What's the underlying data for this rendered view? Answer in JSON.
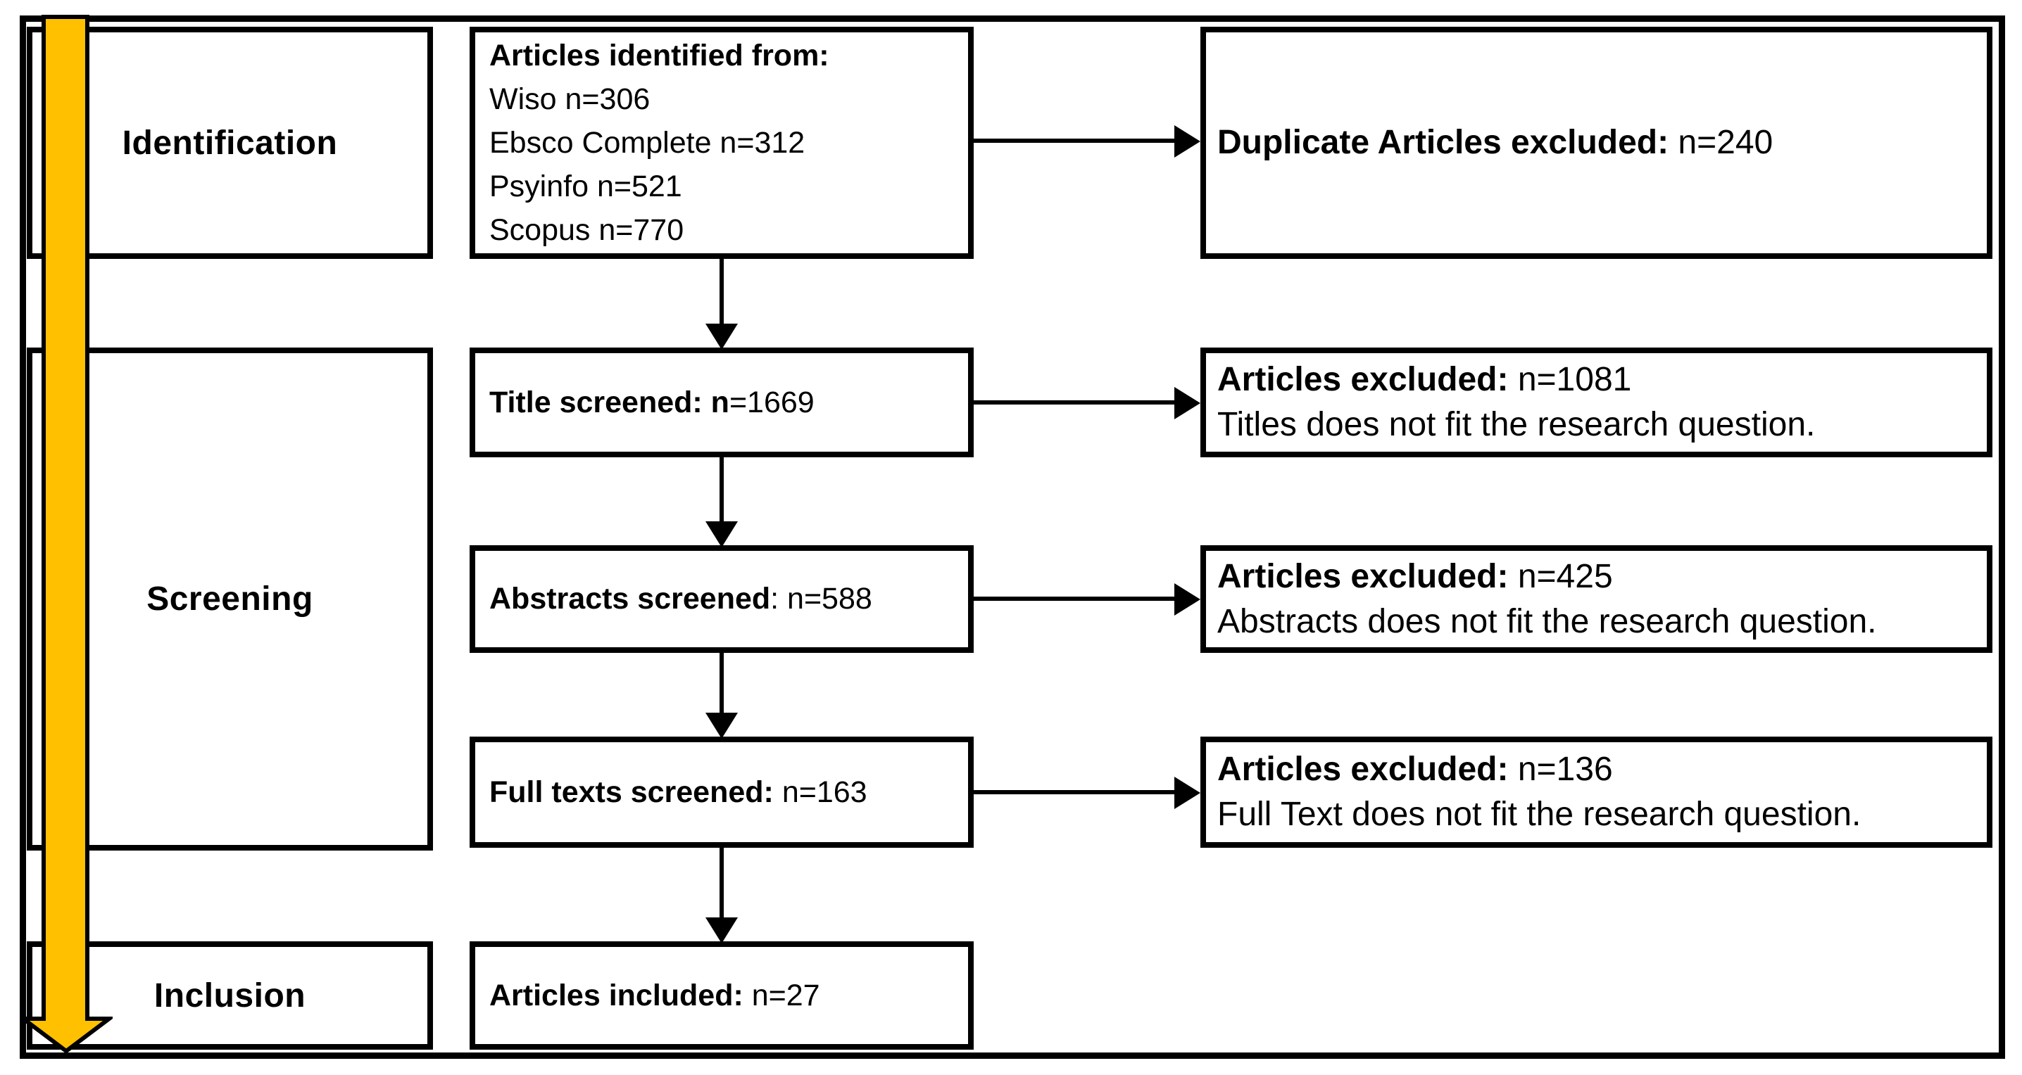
{
  "colors": {
    "arrow_fill": "#FFC000",
    "line": "#000000",
    "background": "#FFFFFF"
  },
  "stages": {
    "identification": "Identification",
    "screening": "Screening",
    "inclusion": "Inclusion"
  },
  "middle": {
    "identified": {
      "title": "Articles identified from:",
      "sources": [
        "Wiso n=306",
        "Ebsco Complete n=312",
        "Psyinfo n=521",
        "Scopus n=770"
      ]
    },
    "title_screened": {
      "bold": "Title screened: n",
      "rest": "=1669"
    },
    "abstracts_screened": {
      "bold": "Abstracts screened",
      "rest": ": n=588"
    },
    "fulltext_screened": {
      "bold": "Full texts screened:",
      "rest": " n=163"
    },
    "included": {
      "bold": "Articles included:",
      "rest": " n=27"
    }
  },
  "right": {
    "duplicates": {
      "bold": "Duplicate Articles excluded:",
      "rest": " n=240",
      "reason": ""
    },
    "title_excluded": {
      "bold": "Articles excluded:",
      "rest": " n=1081",
      "reason": "Titles does not fit the research question."
    },
    "abstracts_excluded": {
      "bold": "Articles excluded:",
      "rest": " n=425",
      "reason": "Abstracts does not fit the research question."
    },
    "fulltext_excluded": {
      "bold": "Articles excluded:",
      "rest": " n=136",
      "reason": "Full Text does not fit the research question."
    }
  }
}
